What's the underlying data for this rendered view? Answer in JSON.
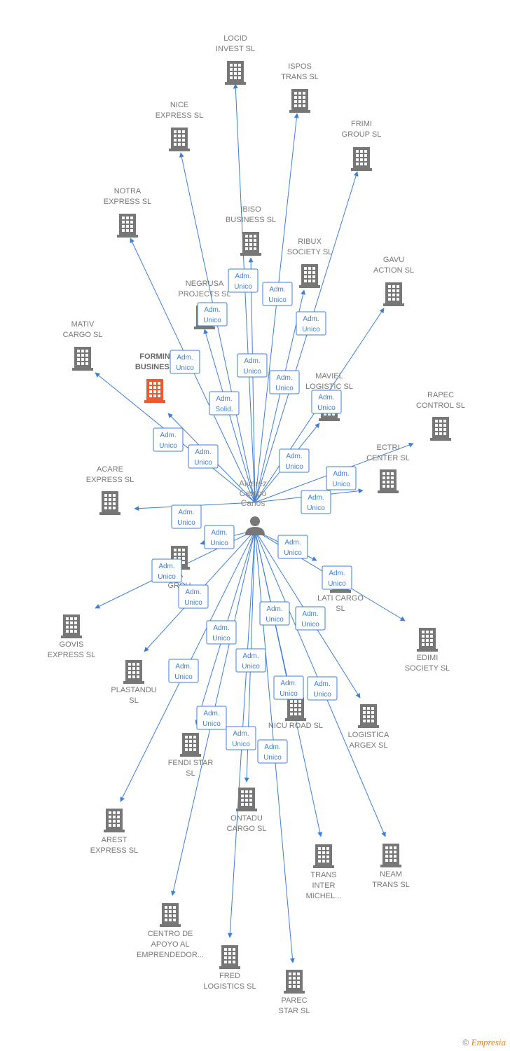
{
  "center": {
    "label_lines": [
      "Alvarez",
      "Campo",
      "Carlos"
    ],
    "icon": "person-icon"
  },
  "colors": {
    "edge": "#3d7fd6",
    "building": "#777777",
    "highlight": "#f0592e"
  },
  "nodes": [
    {
      "id": "locid",
      "lines": [
        "LOCID",
        "INVEST  SL"
      ]
    },
    {
      "id": "ispos",
      "lines": [
        "ISPOS",
        "TRANS  SL"
      ]
    },
    {
      "id": "nice",
      "lines": [
        "NICE",
        "EXPRESS  SL"
      ]
    },
    {
      "id": "frimi",
      "lines": [
        "FRIMI",
        "GROUP  SL"
      ]
    },
    {
      "id": "notra",
      "lines": [
        "NOTRA",
        "EXPRESS  SL"
      ]
    },
    {
      "id": "ibiso",
      "lines": [
        "IBISO",
        "BUSINESS  SL"
      ]
    },
    {
      "id": "ribux",
      "lines": [
        "RIBUX",
        "SOCIETY  SL"
      ]
    },
    {
      "id": "gavu",
      "lines": [
        "GAVU",
        "ACTION  SL"
      ]
    },
    {
      "id": "negrusa",
      "lines": [
        "NEGRUSA",
        "PROJECTS  SL"
      ]
    },
    {
      "id": "mativ",
      "lines": [
        "MATIV",
        "CARGO  SL"
      ]
    },
    {
      "id": "formin",
      "lines": [
        "FORMIN",
        "BUSINESS"
      ],
      "highlight": true
    },
    {
      "id": "maviel",
      "lines": [
        "MAVIEL",
        "LOGISTIC  SL"
      ]
    },
    {
      "id": "rapec",
      "lines": [
        "RAPEC",
        "CONTROL  SL"
      ]
    },
    {
      "id": "ectri",
      "lines": [
        "ECTRI",
        "CENTER  SL"
      ]
    },
    {
      "id": "acare",
      "lines": [
        "ACARE",
        "EXPRESS  SL"
      ]
    },
    {
      "id": "group_ia",
      "lines": [
        "IA",
        "GROU"
      ]
    },
    {
      "id": "lati",
      "lines": [
        "LATI CARGO",
        "SL"
      ]
    },
    {
      "id": "edimi",
      "lines": [
        "EDIMI",
        "SOCIETY  SL"
      ]
    },
    {
      "id": "govis",
      "lines": [
        "GOVIS",
        "EXPRESS  SL"
      ]
    },
    {
      "id": "plastandu",
      "lines": [
        "PLASTANDU",
        "SL"
      ]
    },
    {
      "id": "nicu",
      "lines": [
        "NICU ROAD  SL"
      ]
    },
    {
      "id": "logistica",
      "lines": [
        "LOGISTICA",
        "ARGEX  SL"
      ]
    },
    {
      "id": "fendi",
      "lines": [
        "FENDI STAR",
        "SL"
      ]
    },
    {
      "id": "arest",
      "lines": [
        "AREST",
        "EXPRESS  SL"
      ]
    },
    {
      "id": "ontadu",
      "lines": [
        "ONTADU",
        "CARGO  SL"
      ]
    },
    {
      "id": "trans_inter",
      "lines": [
        "TRANS",
        "INTER",
        "MICHEL..."
      ]
    },
    {
      "id": "neam",
      "lines": [
        "NEAM",
        "TRANS  SL"
      ]
    },
    {
      "id": "centro",
      "lines": [
        "CENTRO DE",
        "APOYO AL",
        "EMPRENDEDOR..."
      ]
    },
    {
      "id": "fred",
      "lines": [
        "FRED",
        "LOGISTICS  SL"
      ]
    },
    {
      "id": "parec",
      "lines": [
        "PAREC",
        "STAR  SL"
      ]
    }
  ],
  "roles": [
    {
      "lines": [
        "Adm.",
        "Unico"
      ]
    },
    {
      "lines": [
        "Adm.",
        "Unico"
      ]
    },
    {
      "lines": [
        "Adm.",
        "Unico"
      ]
    },
    {
      "lines": [
        "Adm.",
        "Unico"
      ]
    },
    {
      "lines": [
        "Adm.",
        "Unico"
      ]
    },
    {
      "lines": [
        "Adm.",
        "Unico"
      ]
    },
    {
      "lines": [
        "Adm.",
        "Unico"
      ]
    },
    {
      "lines": [
        "Adm.",
        "Unico"
      ]
    },
    {
      "lines": [
        "Adm.",
        "Solid."
      ]
    },
    {
      "lines": [
        "Adm.",
        "Unico"
      ]
    },
    {
      "lines": [
        "Adm.",
        "Unico"
      ]
    },
    {
      "lines": [
        "Adm.",
        "Unico"
      ]
    },
    {
      "lines": [
        "Adm.",
        "Unico"
      ]
    },
    {
      "lines": [
        "Adm.",
        "Unico"
      ]
    },
    {
      "lines": [
        "Adm.",
        "Unico"
      ]
    },
    {
      "lines": [
        "Adm.",
        "Unico"
      ]
    },
    {
      "lines": [
        "Adm.",
        "Unico"
      ]
    },
    {
      "lines": [
        "Adm.",
        "Unico"
      ]
    },
    {
      "lines": [
        "Adm.",
        "Unico"
      ]
    },
    {
      "lines": [
        "Adm.",
        "Unico"
      ]
    },
    {
      "lines": [
        "Adm.",
        "Unico"
      ]
    },
    {
      "lines": [
        "Adm.",
        "Unico"
      ]
    },
    {
      "lines": [
        "Adm.",
        "Unico"
      ]
    },
    {
      "lines": [
        "Adm.",
        "Unico"
      ]
    },
    {
      "lines": [
        "Adm.",
        "Unico"
      ]
    },
    {
      "lines": [
        "Adm.",
        "Unico"
      ]
    },
    {
      "lines": [
        "Adm.",
        "Unico"
      ]
    },
    {
      "lines": [
        "Adm.",
        "Unico"
      ]
    },
    {
      "lines": [
        "Adm.",
        "Unico"
      ]
    },
    {
      "lines": [
        "Adm.",
        "Unico"
      ]
    }
  ],
  "footer": {
    "copyright": "©",
    "brand": "Empresia"
  }
}
